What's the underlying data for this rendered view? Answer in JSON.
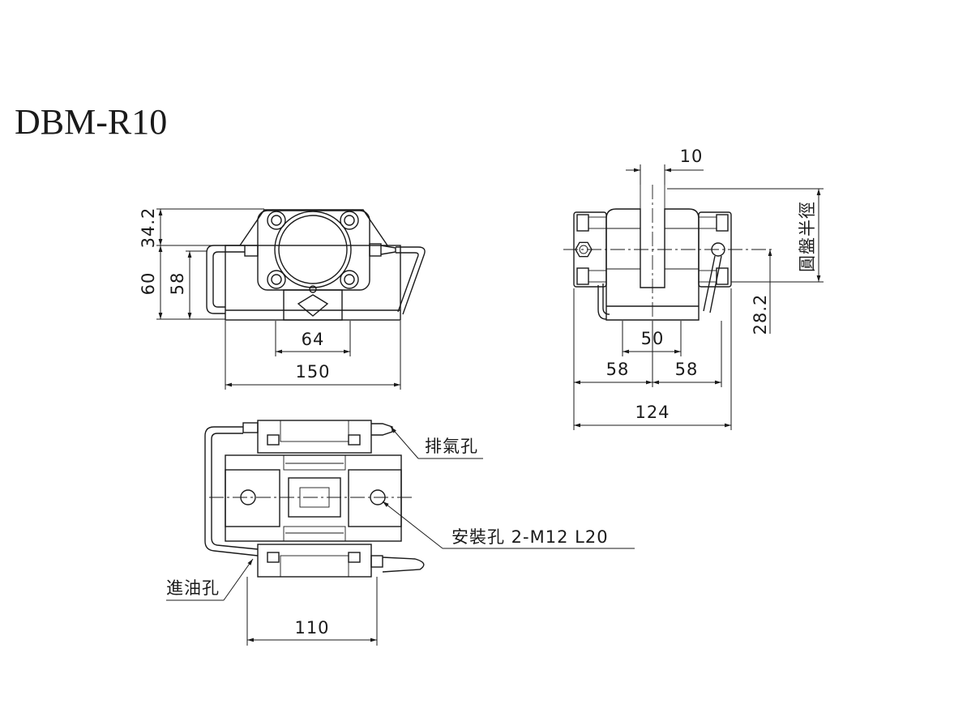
{
  "title": "DBM-R10",
  "front_view": {
    "dim_upper_height": "34.2",
    "dim_total_height": "60",
    "dim_mount_height": "58",
    "dim_base_inner": "64",
    "dim_base_width": "150"
  },
  "side_view": {
    "dim_disc_thickness": "10",
    "dim_disc_radius": "圓盤半徑",
    "dim_center_height": "28.2",
    "dim_inner_width": "50",
    "dim_left_half": "58",
    "dim_right_half": "58",
    "dim_total_width": "124"
  },
  "plan_view": {
    "label_vent": "排氣孔",
    "label_mount": "安裝孔 2-M12 L20",
    "label_oil": "進油孔",
    "dim_hole_spacing": "110"
  }
}
